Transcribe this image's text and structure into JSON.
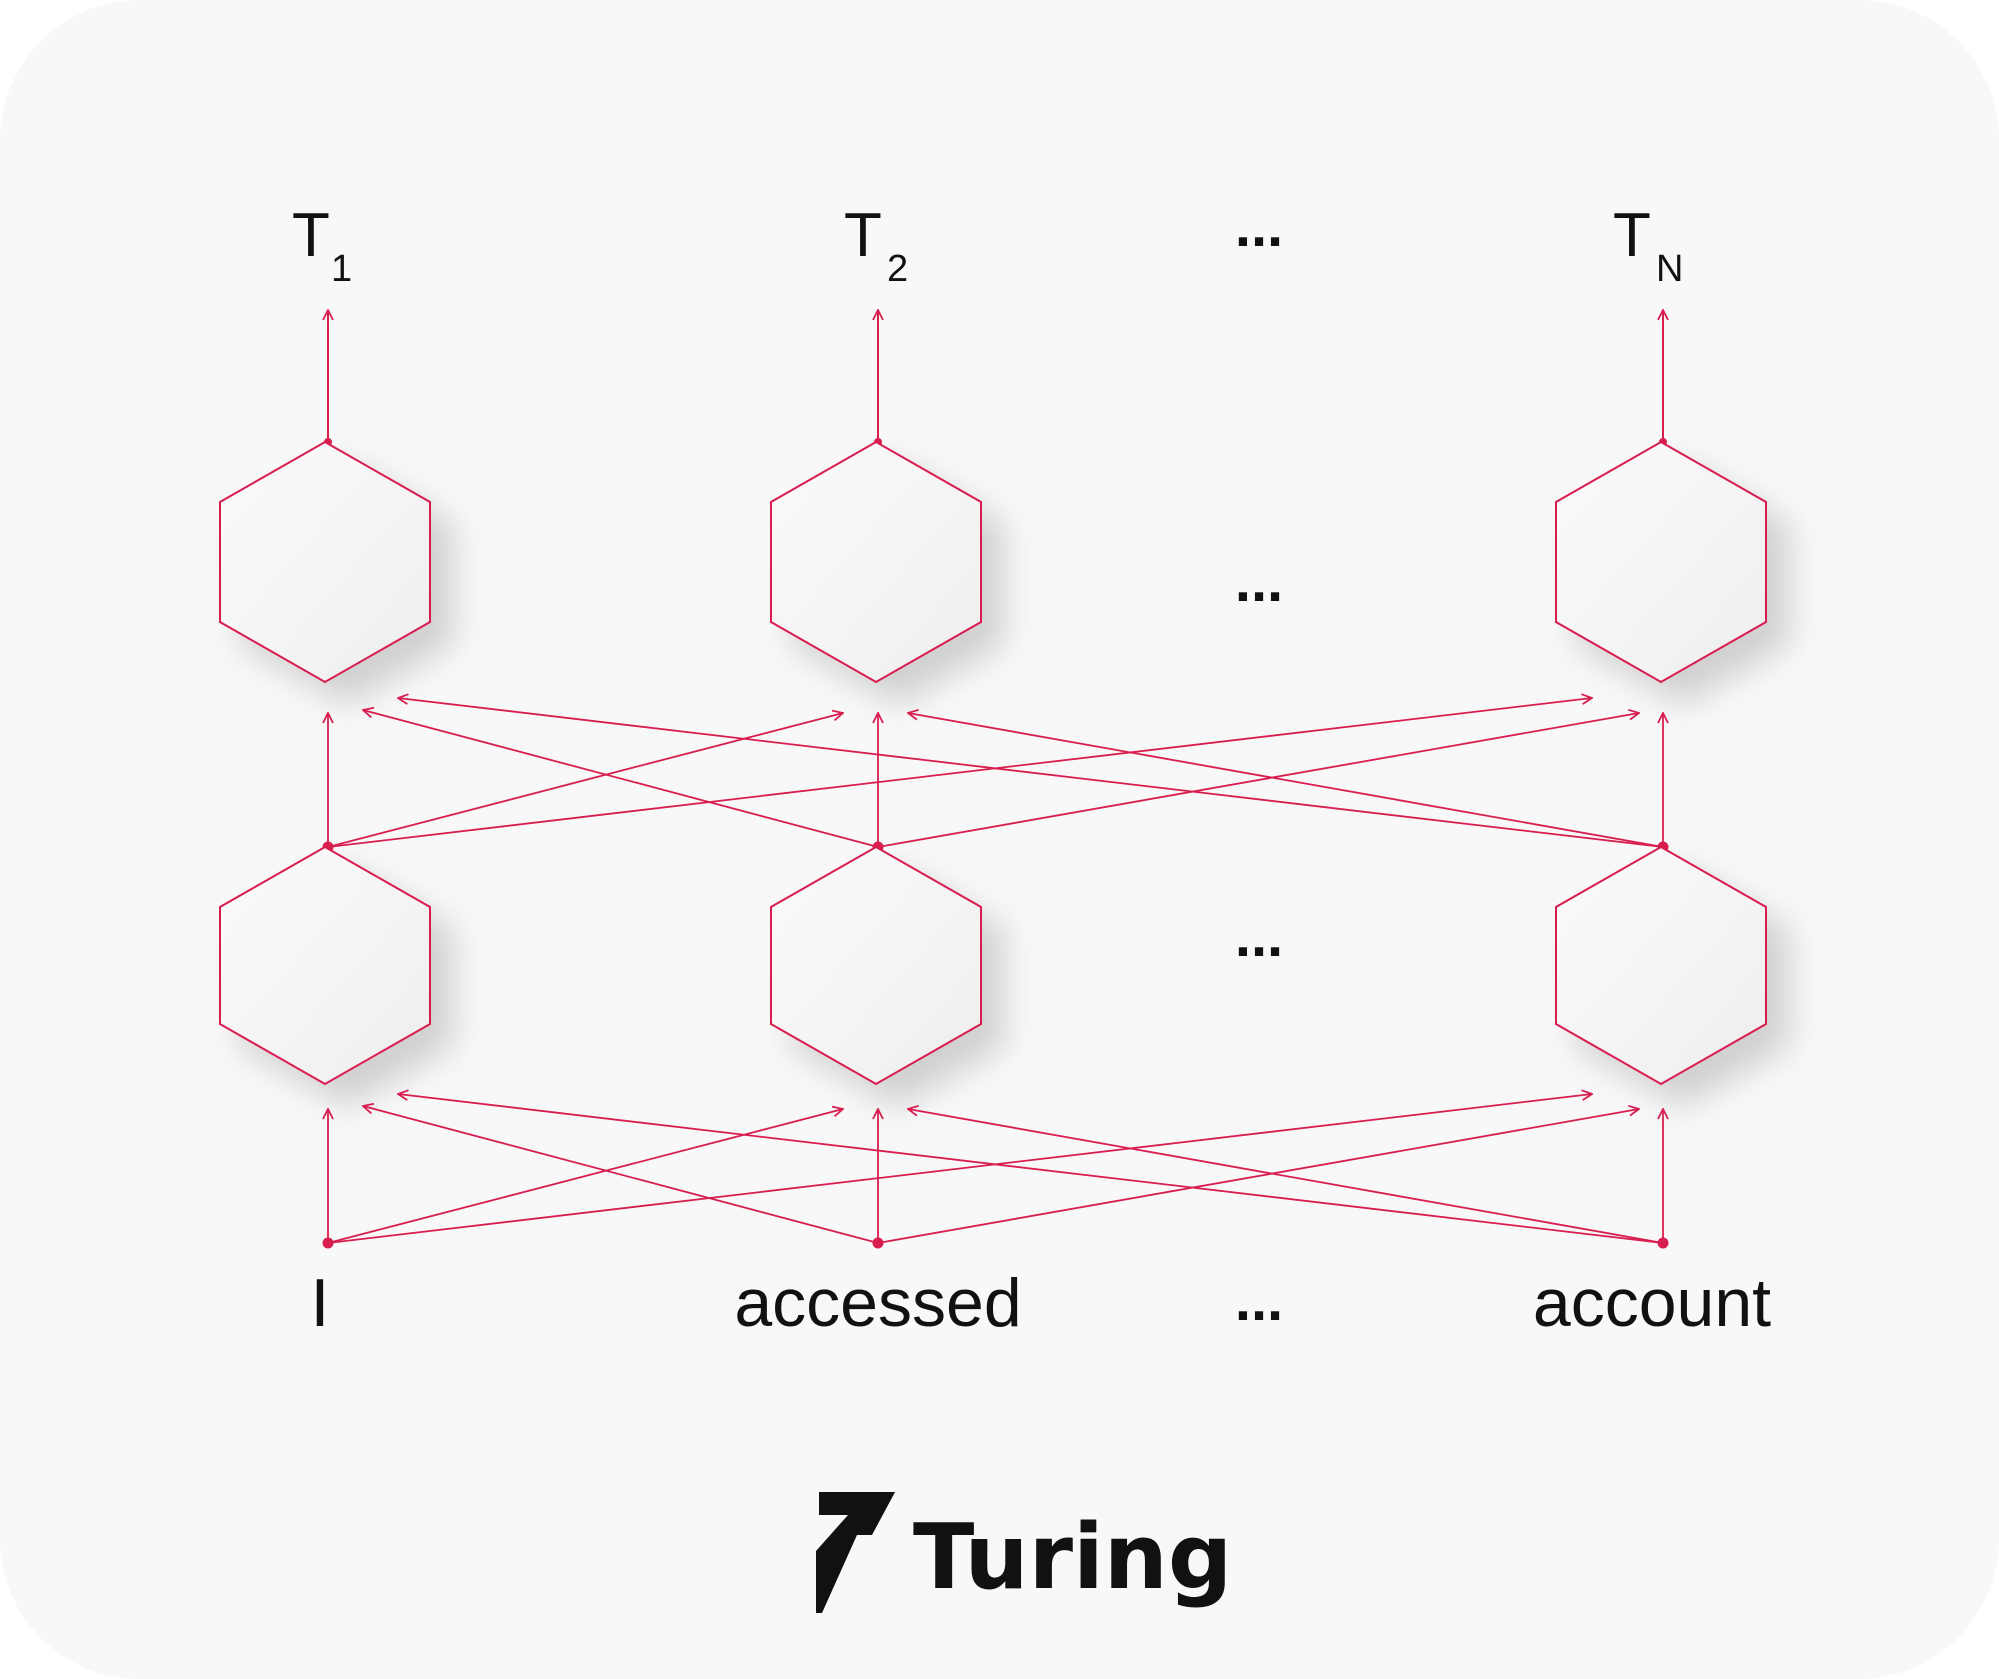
{
  "colors": {
    "background": "#f8f8f8",
    "accent": "#d81e4f",
    "text": "#111111",
    "hex_fill": "#f5f5f5"
  },
  "outputs": [
    {
      "base": "T",
      "sub": "1"
    },
    {
      "base": "T",
      "sub": "2"
    },
    {
      "base": "T",
      "sub": "N"
    }
  ],
  "inputs": [
    "I",
    "accessed",
    "account"
  ],
  "ellipsis": "...",
  "brand": {
    "name": "Turing",
    "icon": "turing-seven-logo-icon"
  }
}
